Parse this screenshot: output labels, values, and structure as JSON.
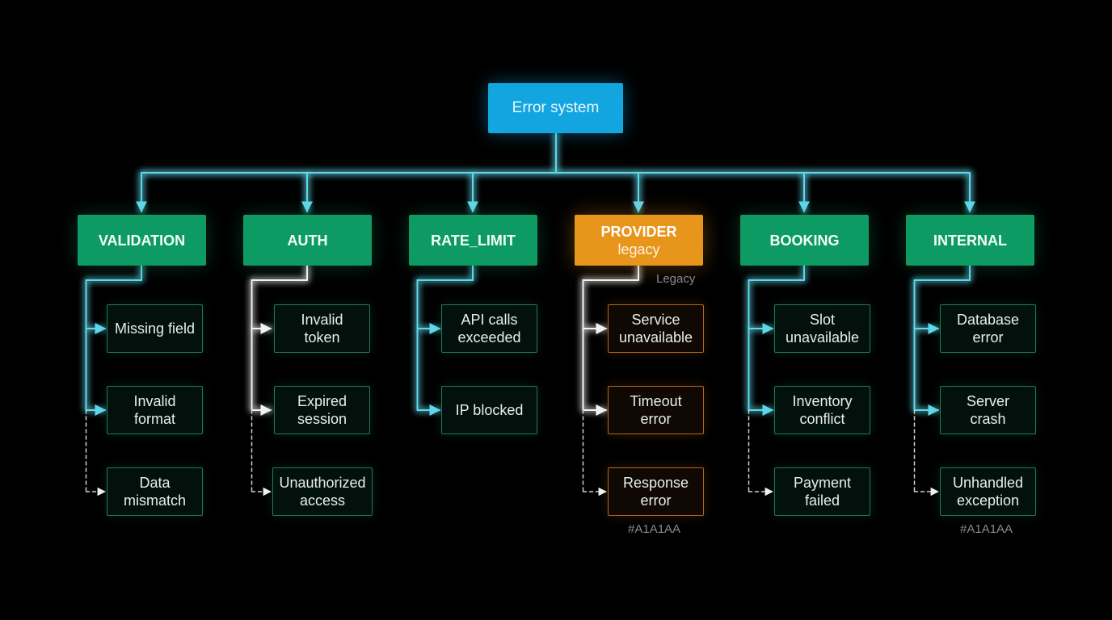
{
  "root": {
    "label": "Error system"
  },
  "categories": [
    {
      "name": "VALIDATION",
      "leaves": [
        "Missing field",
        "Invalid\nformat",
        "Data\nmismatch"
      ]
    },
    {
      "name": "AUTH",
      "leaves": [
        "Invalid\ntoken",
        "Expired\nsession",
        "Unauthorized\naccess"
      ]
    },
    {
      "name": "RATE_LIMIT",
      "leaves": [
        "API calls\nexceeded",
        "IP blocked"
      ]
    },
    {
      "name": "PROVIDER",
      "subtitle": "legacy",
      "note": "Legacy",
      "leaves": [
        "Service\nunavailable",
        "Timeout\nerror",
        "Response\nerror"
      ],
      "footnote": "#A1A1AA"
    },
    {
      "name": "BOOKING",
      "leaves": [
        "Slot\nunavailable",
        "Inventory\nconflict",
        "Payment\nfailed"
      ]
    },
    {
      "name": "INTERNAL",
      "leaves": [
        "Database\nerror",
        "Server\ncrash",
        "Unhandled\nexception"
      ],
      "footnote": "#A1A1AA"
    }
  ],
  "colors": {
    "background": "#000000",
    "root": "#12a5e0",
    "category": "#0e9a63",
    "category_warn": "#e8951c",
    "leaf_border": "#1f7a5a",
    "leaf_border_warn": "#b5671c",
    "connector": "#5fd8ea",
    "connector_white": "#f2f2f2",
    "note": "#8a8a90"
  }
}
